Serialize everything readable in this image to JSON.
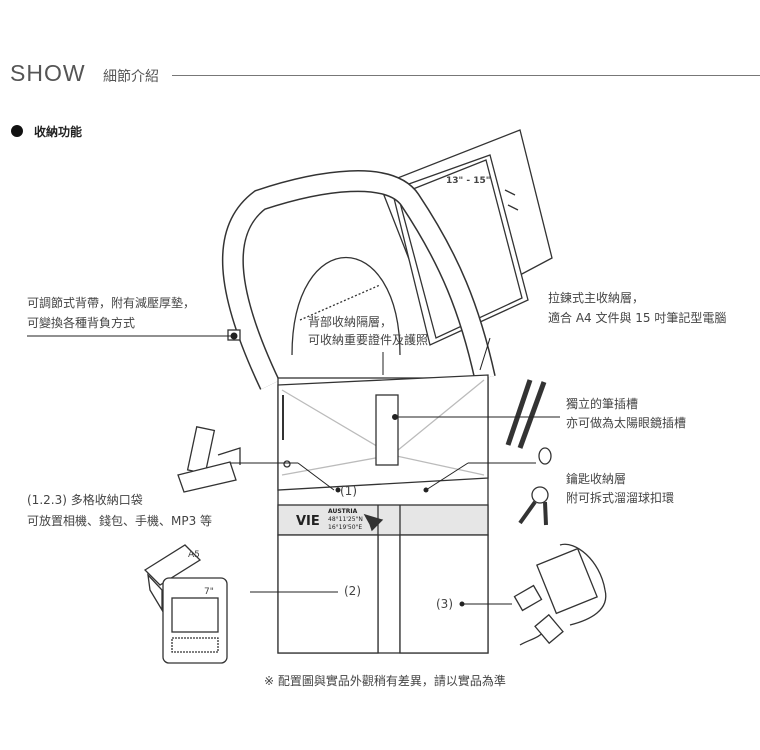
{
  "header": {
    "title": "SHOW",
    "subtitle": "細節介紹"
  },
  "section": {
    "label": "收納功能"
  },
  "callouts": {
    "strap": [
      "可調節式背帶，附有減壓厚墊，",
      "可變換各種背負方式"
    ],
    "back_pocket": [
      "背部收納隔層，",
      "可收納重要證件及護照"
    ],
    "main_compartment": [
      "拉鍊式主收納層，",
      "適合 A4 文件與 15 吋筆記型電腦"
    ],
    "pen_slot": [
      "獨立的筆插槽",
      "亦可做為太陽眼鏡插槽"
    ],
    "key_layer": [
      "鑰匙收納層",
      "附可拆式溜溜球扣環"
    ],
    "pockets": [
      "(1.2.3) 多格收納口袋",
      "可放置相機、錢包、手機、MP3 等"
    ]
  },
  "markers": {
    "m1": "(1)",
    "m2": "(2)",
    "m3": "(3)"
  },
  "illustration": {
    "laptop_size": "13\" - 15\"",
    "book_label": "A5",
    "ereader_label": "7\"",
    "tag_code": "VIE",
    "tag_country": "AUSTRIA",
    "tag_lat": "48°11'25\"N",
    "tag_lon": "16°19'50\"E"
  },
  "footnote": "※ 配置圖與實品外觀稍有差異，請以實品為準",
  "colors": {
    "line": "#333333",
    "band": "#e6e6e6",
    "pocket": "#f0f0f0"
  }
}
